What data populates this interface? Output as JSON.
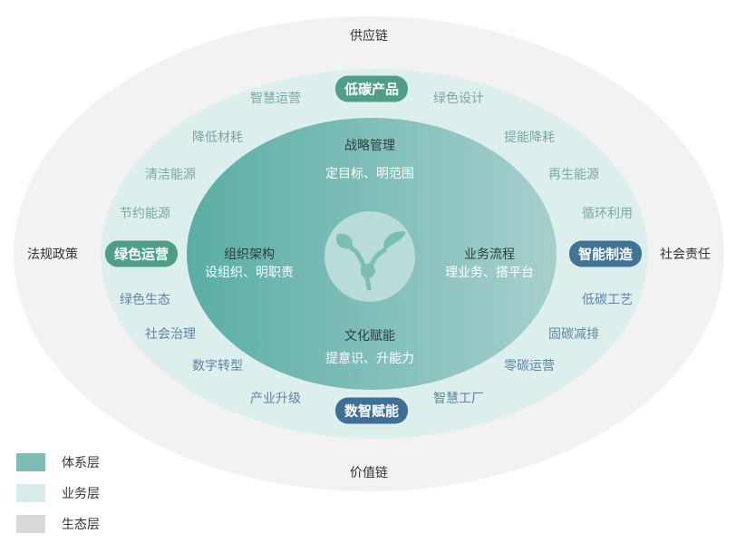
{
  "outer_labels": {
    "top": "供应链",
    "bottom": "价值链",
    "left": "法规政策",
    "right": "社会责任"
  },
  "pills": {
    "top": {
      "text": "低碳产品",
      "color": "#4f9e86"
    },
    "left": {
      "text": "绿色运营",
      "color": "#4f9e86"
    },
    "right": {
      "text": "智能制造",
      "color": "#3f7497"
    },
    "bottom": {
      "text": "数智赋能",
      "color": "#3f6f96"
    }
  },
  "ring_items": {
    "green": [
      "智慧运营",
      "绿色设计",
      "降低材耗",
      "清洁能源",
      "节约能源",
      "提能降耗",
      "再生能源",
      "循环利用"
    ],
    "blue": [
      "绿色生态",
      "社会治理",
      "数字转型",
      "产业升级",
      "低碳工艺",
      "固碳减排",
      "零碳运营",
      "智慧工厂"
    ]
  },
  "core": {
    "top": {
      "title": "战略管理",
      "sub": "定目标、明范围"
    },
    "left": {
      "title": "组织架构",
      "sub": "设组织、明职责"
    },
    "right": {
      "title": "业务流程",
      "sub": "理业务、搭平台"
    },
    "bottom": {
      "title": "文化赋能",
      "sub": "提意识、升能力"
    }
  },
  "center_icon": "sprout-icon",
  "legend": [
    {
      "label": "体系层",
      "color": "#7dbdb5"
    },
    {
      "label": "业务层",
      "color": "#d8ecea"
    },
    {
      "label": "生态层",
      "color": "#d9d9d9"
    }
  ]
}
